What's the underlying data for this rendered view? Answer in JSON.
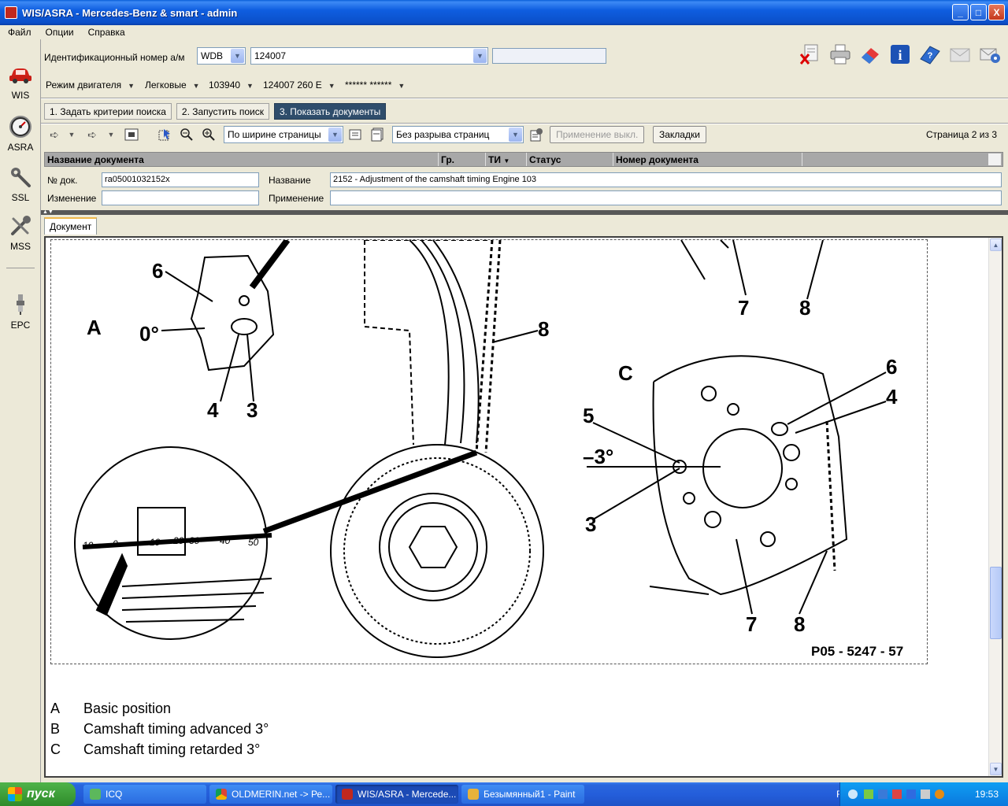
{
  "window": {
    "title": "WIS/ASRA - Mercedes-Benz & smart - admin",
    "min": "_",
    "max": "□",
    "close": "X"
  },
  "menu": [
    "Файл",
    "Опции",
    "Справка"
  ],
  "rail": [
    {
      "label": "WIS",
      "icon": "car-icon"
    },
    {
      "label": "ASRA",
      "icon": "gauge-icon"
    },
    {
      "label": "SSL",
      "icon": "wrench-icon"
    },
    {
      "label": "MSS",
      "icon": "tools-icon"
    },
    {
      "label": "EPC",
      "icon": "spark-plug-icon"
    }
  ],
  "vin": {
    "label": "Идентификационный номер а/м",
    "prefix": "WDB",
    "value": "124007",
    "extra": ""
  },
  "filters": {
    "engine_mode": "Режим двигателя",
    "vehicle_type": "Легковые",
    "engine_code": "103940",
    "model": "124007 260 E",
    "masked": "****** ******"
  },
  "steps": [
    {
      "label": "1. Задать критерии поиска",
      "active": false
    },
    {
      "label": "2. Запустить поиск",
      "active": false
    },
    {
      "label": "3. Показать документы",
      "active": true
    }
  ],
  "doc_toolbar": {
    "zoom_mode": "По ширине страницы",
    "page_break": "Без разрыва страниц",
    "apply_off": "Применение выкл.",
    "bookmarks": "Закладки",
    "page_prefix": "Страница",
    "page_current": "2",
    "page_of": "из",
    "page_total": "3"
  },
  "grid": {
    "headers": [
      "Название документа",
      "Гр.",
      "ТИ",
      "Статус",
      "Номер документа"
    ]
  },
  "detail": {
    "doc_no_label": "№ док.",
    "doc_no": "ra05001032152x",
    "name_label": "Название",
    "name": "2152 - Adjustment of the camshaft timing Engine 103",
    "change_label": "Изменение",
    "change": "",
    "apply_label": "Применение",
    "apply": ""
  },
  "tab": "Документ",
  "drawing": {
    "code": "P05 - 5247 - 57",
    "labels": {
      "A": "A",
      "C": "C",
      "zero": "0°",
      "minus3": "–3°",
      "n3": "3",
      "n4": "4",
      "n5": "5",
      "n6": "6",
      "n7": "7",
      "n8": "8"
    },
    "scale": [
      "10",
      "0",
      "10",
      "20",
      "30",
      "40",
      "50"
    ]
  },
  "legend": [
    {
      "key": "A",
      "text": "Basic position"
    },
    {
      "key": "B",
      "text": "Camshaft timing advanced 3°"
    },
    {
      "key": "C",
      "text": "Camshaft timing retarded 3°"
    }
  ],
  "taskbar": {
    "start": "пуск",
    "tasks": [
      {
        "label": "ICQ",
        "active": false
      },
      {
        "label": "OLDMERIN.net -> Ре...",
        "active": false
      },
      {
        "label": "WIS/ASRA - Mercede...",
        "active": true
      },
      {
        "label": "Безымянный1 - Paint",
        "active": false
      }
    ],
    "lang": "RL",
    "time": "19:53"
  }
}
